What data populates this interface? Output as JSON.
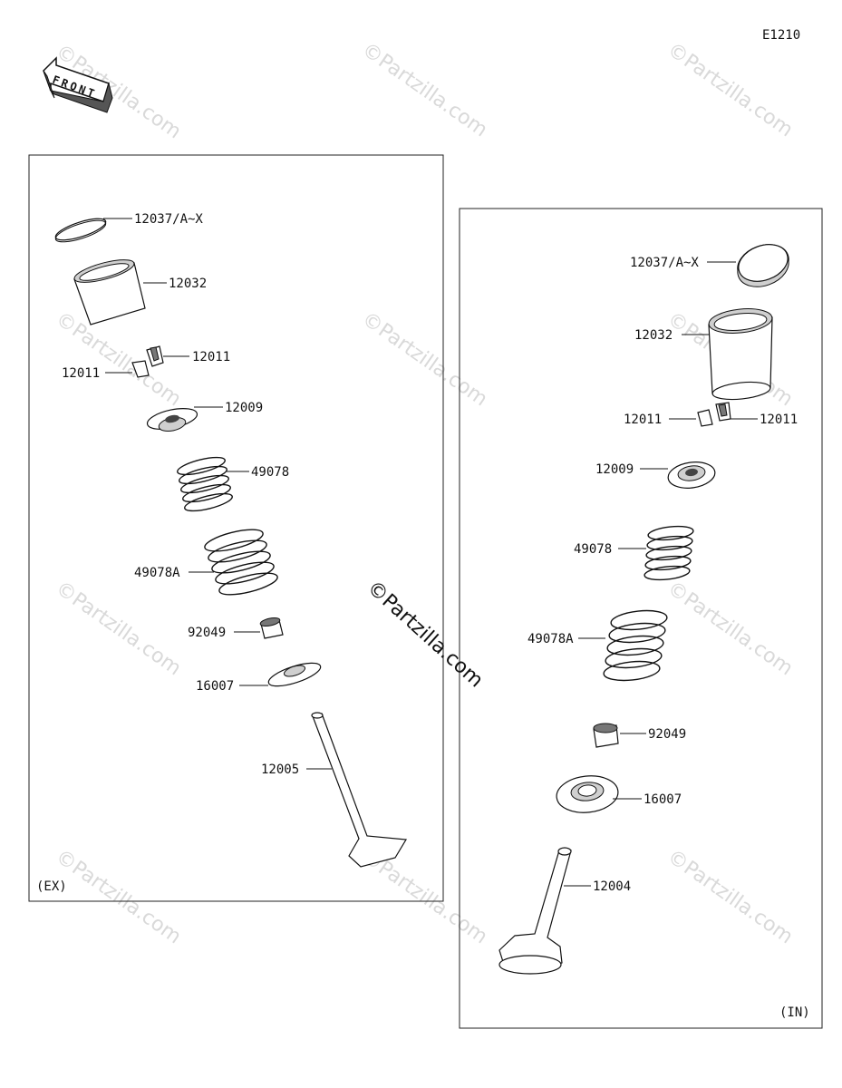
{
  "diagram_code": "E1210",
  "front_arrow_label": "FRONT",
  "watermark": "©Partzilla.com",
  "panels": {
    "exhaust": {
      "tag": "(EX)",
      "labels": {
        "shim": "12037/A~X",
        "tappet": "12032",
        "cotter_right": "12011",
        "cotter_left": "12011",
        "retainer": "12009",
        "inner_spring": "49078",
        "outer_spring": "49078A",
        "stem_seal": "92049",
        "spring_seat": "16007",
        "valve": "12005"
      }
    },
    "intake": {
      "tag": "(IN)",
      "labels": {
        "shim": "12037/A~X",
        "tappet": "12032",
        "cotter_left": "12011",
        "cotter_right": "12011",
        "retainer": "12009",
        "inner_spring": "49078",
        "outer_spring": "49078A",
        "stem_seal": "92049",
        "spring_seat": "16007",
        "valve": "12004"
      }
    }
  }
}
